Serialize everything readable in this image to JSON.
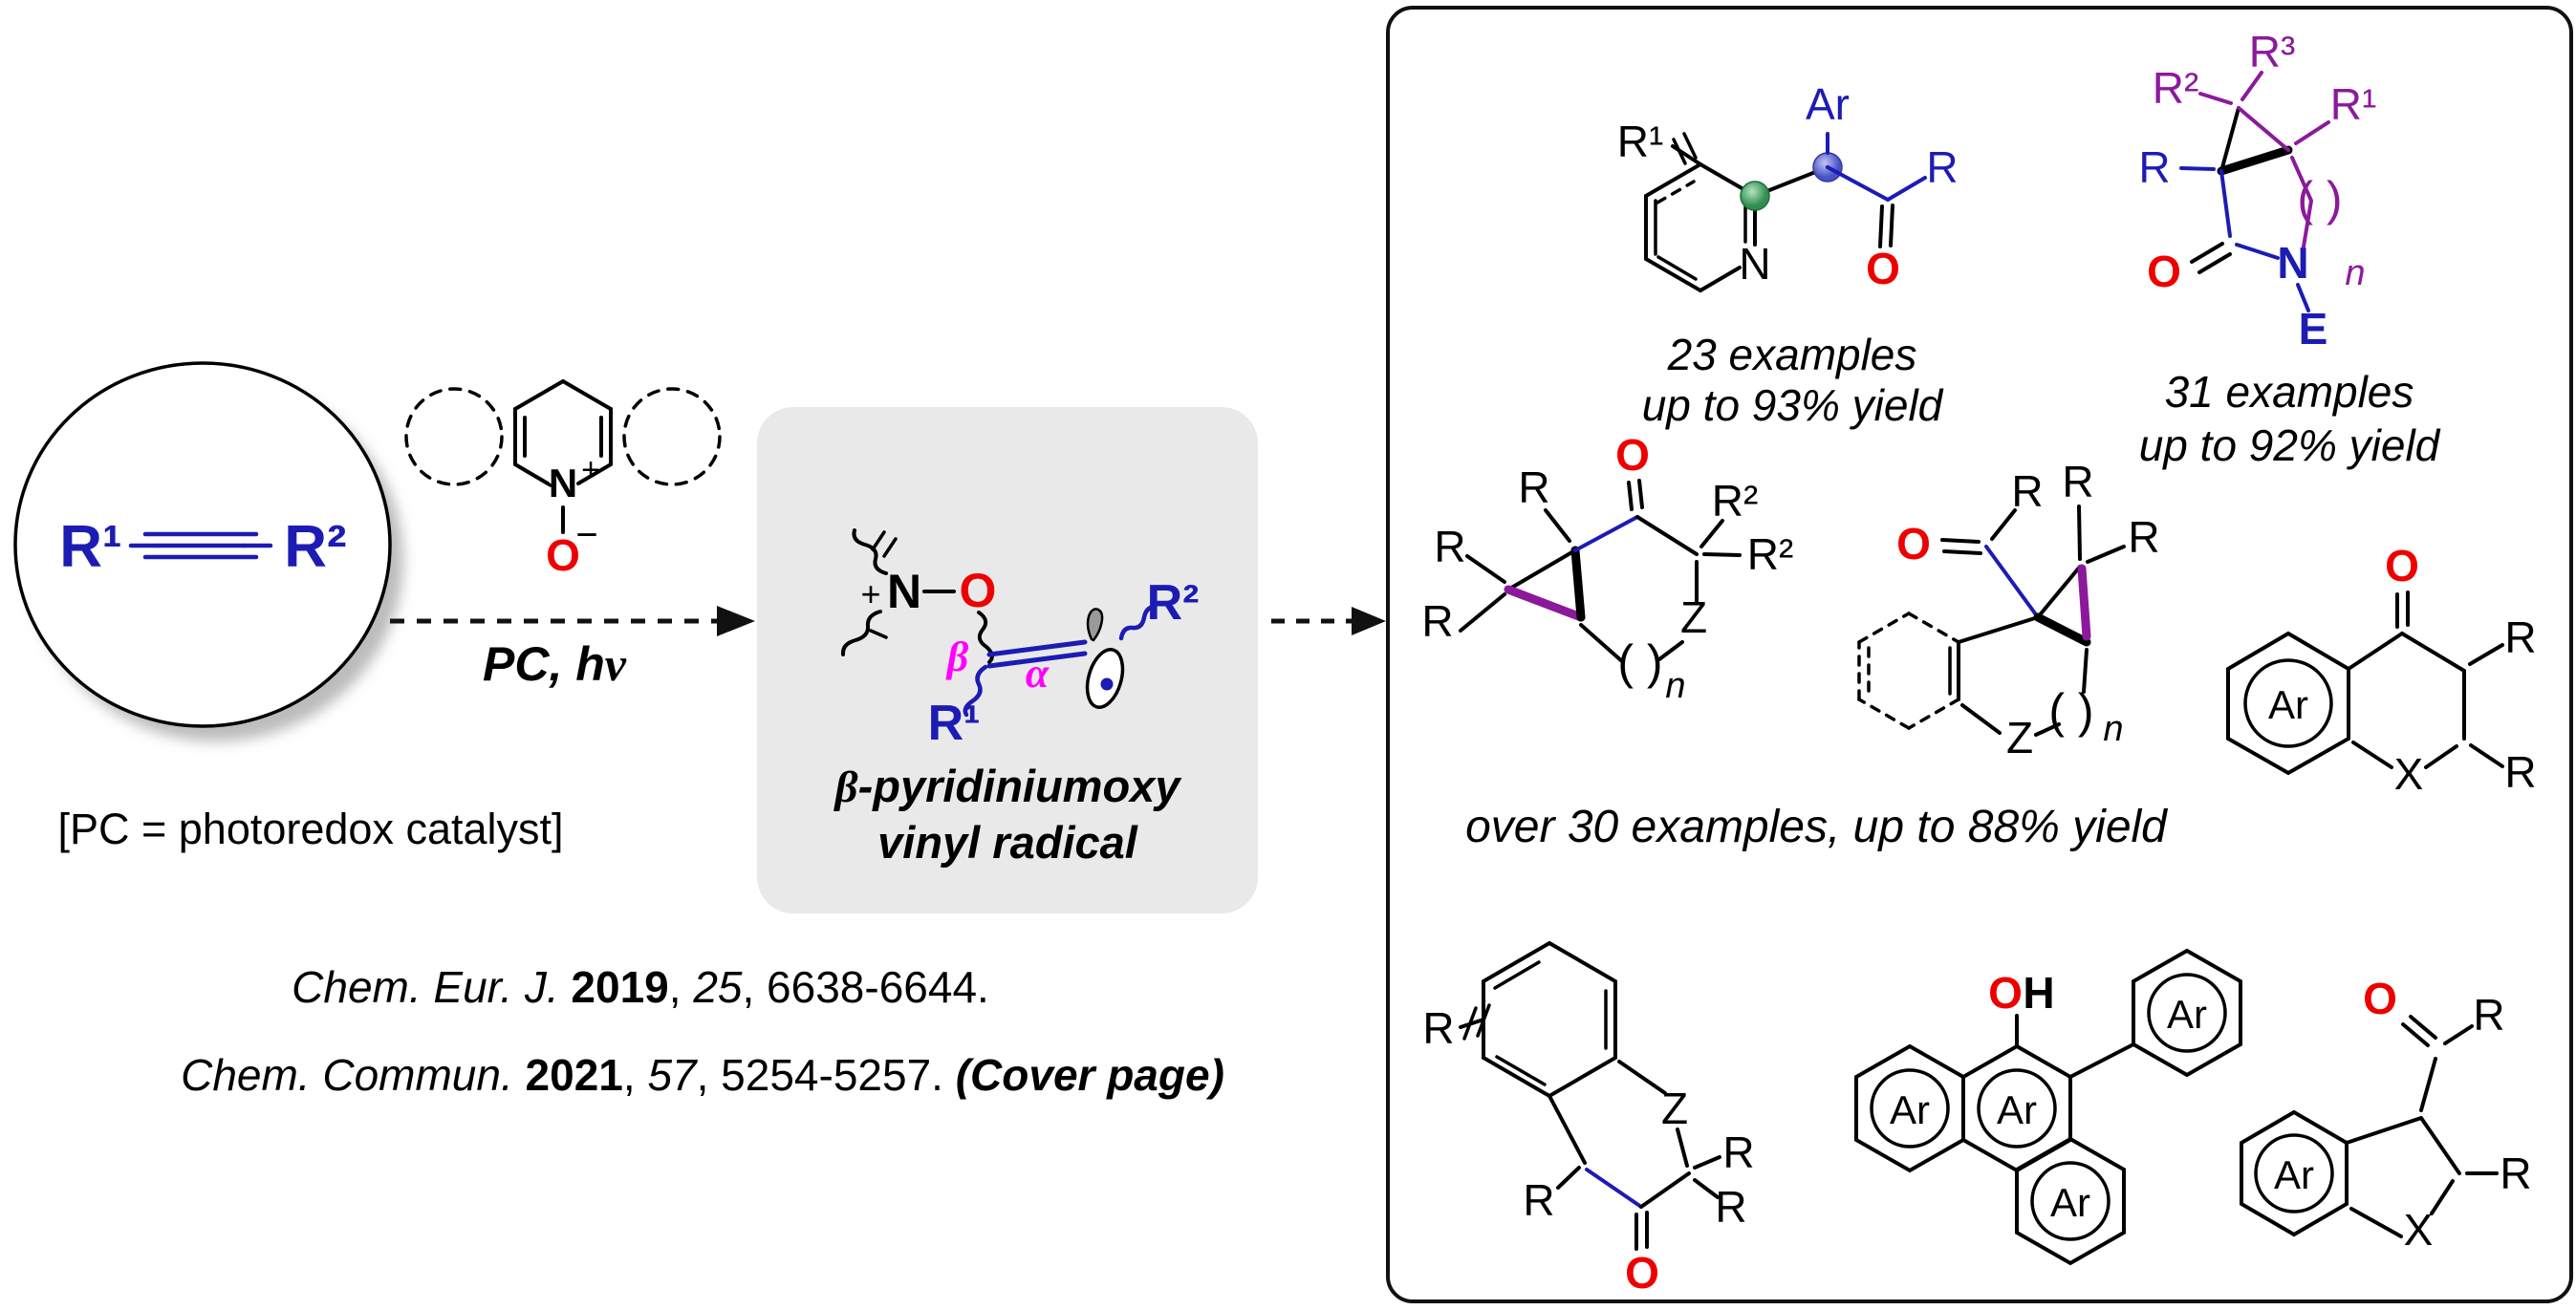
{
  "colors": {
    "bond_black": "#000000",
    "label_blue": "#1c1cb4",
    "label_red": "#ee0000",
    "label_purple": "#8b1a9b",
    "label_magenta": "#ff00ff",
    "highlight_green": "#3f9e5a",
    "highlight_blue": "#5560cc",
    "intermediate_box_gray": "#e9e9e9"
  },
  "scheme": {
    "reactant": {
      "r1": "R¹",
      "r2": "R²"
    },
    "oxidant": {
      "plus": "+",
      "n": "N",
      "minus": "−",
      "o": "O"
    },
    "conditions": {
      "pc": "PC, h",
      "nu": "ν"
    },
    "note": "[PC = photoredox catalyst]",
    "intermediate": {
      "plus": "+",
      "n": "N",
      "o": "O",
      "beta": "β",
      "alpha": "α",
      "r1": "R¹",
      "r2": "R²",
      "caption_beta": "β",
      "caption_rest": "-pyridiniumoxy",
      "caption_line2": "vinyl radical"
    },
    "citations": {
      "c1_journal": "Chem. Eur. J. ",
      "c1_year": "2019",
      "c1_mid": ", ",
      "c1_vol": "25",
      "c1_end": ", 6638-6644.",
      "c2_journal": "Chem. Commun. ",
      "c2_year": "2021",
      "c2_mid": ", ",
      "c2_vol": "57",
      "c2_end": ", 5254-5257. ",
      "c2_cover": "(Cover page)"
    }
  },
  "products": {
    "p1": {
      "r1": "R¹",
      "ar": "Ar",
      "r": "R",
      "n": "N",
      "o": "O",
      "cap1": "23 examples",
      "cap2": "up to 93% yield"
    },
    "p2": {
      "r2": "R²",
      "r3": "R³",
      "r1": "R¹",
      "r": "R",
      "o": "O",
      "n": "N",
      "e": "E",
      "parens": "( )",
      "nsub": "n",
      "cap1": "31 examples",
      "cap2": "up to 92% yield"
    },
    "p3": {
      "rtop": "R",
      "rl1": "R",
      "rl2": "R",
      "o": "O",
      "r2a": "R²",
      "r2b": "R²",
      "z": "Z",
      "parens": "( )",
      "nsub": "n"
    },
    "p4": {
      "o": "O",
      "racyl": "R",
      "rtop": "R",
      "rright": "R",
      "z": "Z",
      "parens": "( )",
      "nsub": "n"
    },
    "p5": {
      "o": "O",
      "ar": "Ar",
      "rtop": "R",
      "rbot": "R",
      "x": "X"
    },
    "row2_caption": "over 30 examples, up to 88% yield",
    "p6": {
      "rring": "R",
      "z": "Z",
      "rch": "R",
      "rq1": "R",
      "rq2": "R",
      "o": "O"
    },
    "p7": {
      "o": "O",
      "h": "H",
      "ar1": "Ar",
      "ar2": "Ar",
      "ar3": "Ar",
      "ar4": "Ar"
    },
    "p8": {
      "o": "O",
      "racyl": "R",
      "r2": "R",
      "ar": "Ar",
      "x": "X"
    }
  }
}
